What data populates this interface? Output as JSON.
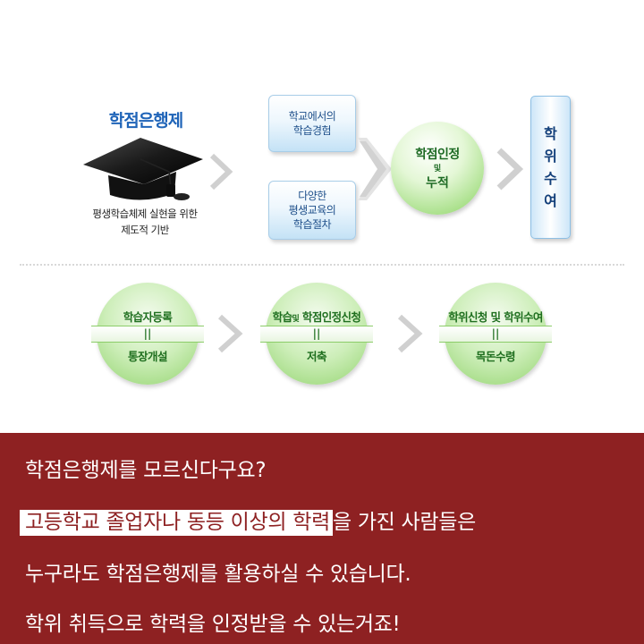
{
  "diagram": {
    "brand": {
      "title": "학점은행제",
      "subtitle_line1": "평생학습체제 실현을 위한",
      "subtitle_line2": "제도적 기반",
      "icon": "graduation-cap-icon"
    },
    "inputs": [
      {
        "line1": "학교에서의",
        "line2": "학습경험",
        "line3": ""
      },
      {
        "line1": "다양한",
        "line2": "평생교육의",
        "line3": "학습절차"
      }
    ],
    "center": {
      "line1": "학점인정",
      "connector": "및",
      "line2": "누적"
    },
    "result": "학위수여",
    "steps": [
      {
        "top": "학습자등록",
        "top_small": "",
        "top_rest": "",
        "bottom": "통장개설"
      },
      {
        "top": "학습",
        "top_small": "및",
        "top_rest": " 학점인정신청",
        "bottom": "저축"
      },
      {
        "top": "학위신청 및 학위수여",
        "top_small": "",
        "top_rest": "",
        "bottom": "목돈수령"
      }
    ],
    "step_connector": "||",
    "colors": {
      "brand_blue": "#1f64b8",
      "green_text": "#1f6f1f",
      "banner": "#8e2122"
    }
  },
  "caption": {
    "line1": "학점은행제를 모르신다구요?",
    "line2_highlight": "고등학교 졸업자나 동등 이상의 학력",
    "line2_rest": "을 가진 사람들은",
    "line3": "누구라도 학점은행제를 활용하실 수 있습니다.",
    "line4": "학위 취득으로 학력을 인정받을 수 있는거죠!"
  }
}
